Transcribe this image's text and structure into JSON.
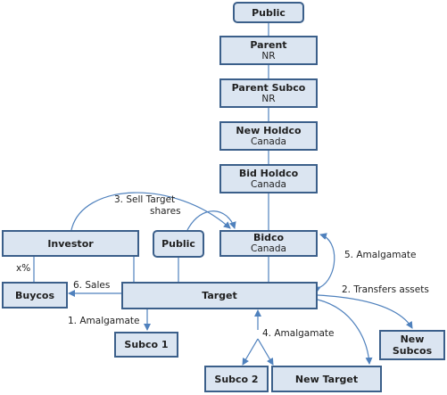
{
  "nodes": {
    "public_top": {
      "title": "Public"
    },
    "parent": {
      "title": "Parent",
      "sub": "NR"
    },
    "parent_subco": {
      "title": "Parent Subco",
      "sub": "NR"
    },
    "new_holdco": {
      "title": "New Holdco",
      "sub": "Canada"
    },
    "bid_holdco": {
      "title": "Bid Holdco",
      "sub": "Canada"
    },
    "bidco": {
      "title": "Bidco",
      "sub": "Canada"
    },
    "public_mid": {
      "title": "Public"
    },
    "investor": {
      "title": "Investor"
    },
    "buycos": {
      "title": "Buycos"
    },
    "target": {
      "title": "Target"
    },
    "subco1": {
      "title": "Subco 1"
    },
    "subco2": {
      "title": "Subco 2"
    },
    "new_target": {
      "title": "New Target"
    },
    "new_subcos": {
      "title": "New",
      "sub": "Subcos"
    }
  },
  "labels": {
    "sell_target": {
      "num": "3.",
      "text": "Sell Target",
      "text2": "shares"
    },
    "amalgamate5": {
      "num": "5.",
      "text": "Amalgamate"
    },
    "transfers": {
      "num": "2.",
      "text": "Transfers assets"
    },
    "sales": {
      "num": "6.",
      "text": "Sales"
    },
    "x_pct": {
      "text": "x%"
    },
    "amalgamate1": {
      "num": "1.",
      "text": "Amalgamate"
    },
    "amalgamate4": {
      "num": "4.",
      "text": "Amalgamate"
    }
  },
  "colors": {
    "box_fill": "#dbe5f1",
    "box_border": "#3b5f8a",
    "line": "#4f81bd"
  }
}
